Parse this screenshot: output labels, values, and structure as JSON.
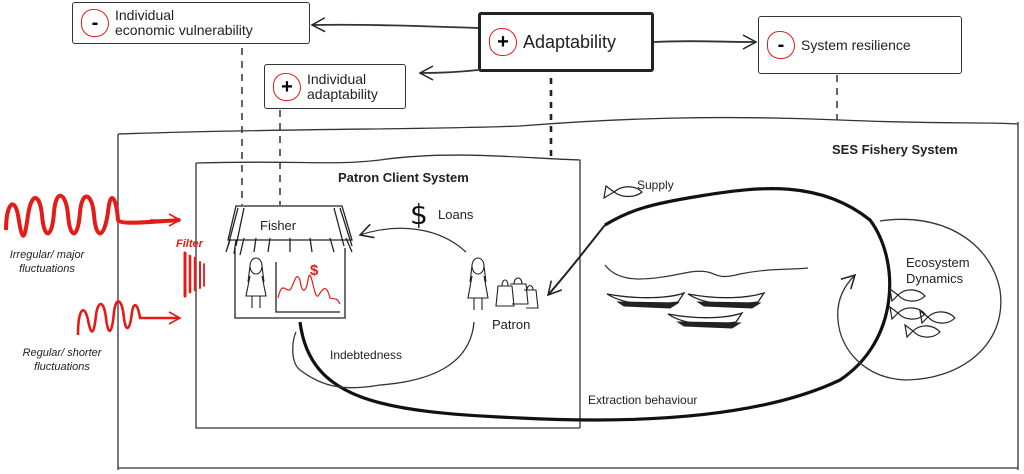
{
  "top_boxes": {
    "econ_vulnerability": {
      "sign": "-",
      "label_line1": "Individual",
      "label_line2": "economic vulnerability"
    },
    "adaptability": {
      "sign": "+",
      "label": "Adaptability"
    },
    "system_resilience": {
      "sign": "-",
      "label": "System resilience"
    },
    "individual_adaptability": {
      "sign": "+",
      "label_line1": "Individual",
      "label_line2": "adaptability"
    }
  },
  "systems": {
    "ses_fishery": "SES Fishery System",
    "patron_client": "Patron Client System"
  },
  "fluctuations": {
    "major_line1": "Irregular/ major",
    "major_line2": "fluctuations",
    "minor_line1": "Regular/ shorter",
    "minor_line2": "fluctuations",
    "filter": "Filter"
  },
  "patron_client_labels": {
    "fisher": "Fisher",
    "loans_symbol": "$",
    "loans": "Loans",
    "patron": "Patron",
    "indebtedness": "Indebtedness",
    "income_symbol": "$"
  },
  "fishery_labels": {
    "supply": "Supply",
    "ecosystem_line1": "Ecosystem",
    "ecosystem_line2": "Dynamics",
    "extraction": "Extraction behaviour"
  },
  "colors": {
    "accent_red": "#e41b17",
    "ink": "#222222"
  }
}
